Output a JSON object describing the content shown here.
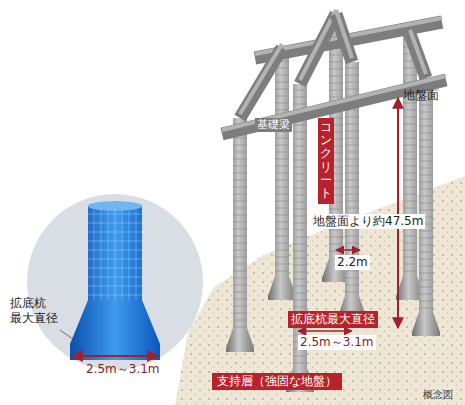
{
  "diagram": {
    "nodes": [
      {
        "text": [
          "コンクリート"
        ]
      },
      {
        "text": [
          "拡底杭最大直径"
        ]
      },
      {
        "text": [
          "支持層（強固な地盤）"
        ]
      }
    ],
    "labels": [
      "地盤面",
      "基礎梁",
      "地盤面より約47.5m",
      "2.2m",
      "2.5m～3.1m",
      "拡底杭 最大直径",
      "2.5m～3.1m",
      "概念図"
    ]
  }
}
